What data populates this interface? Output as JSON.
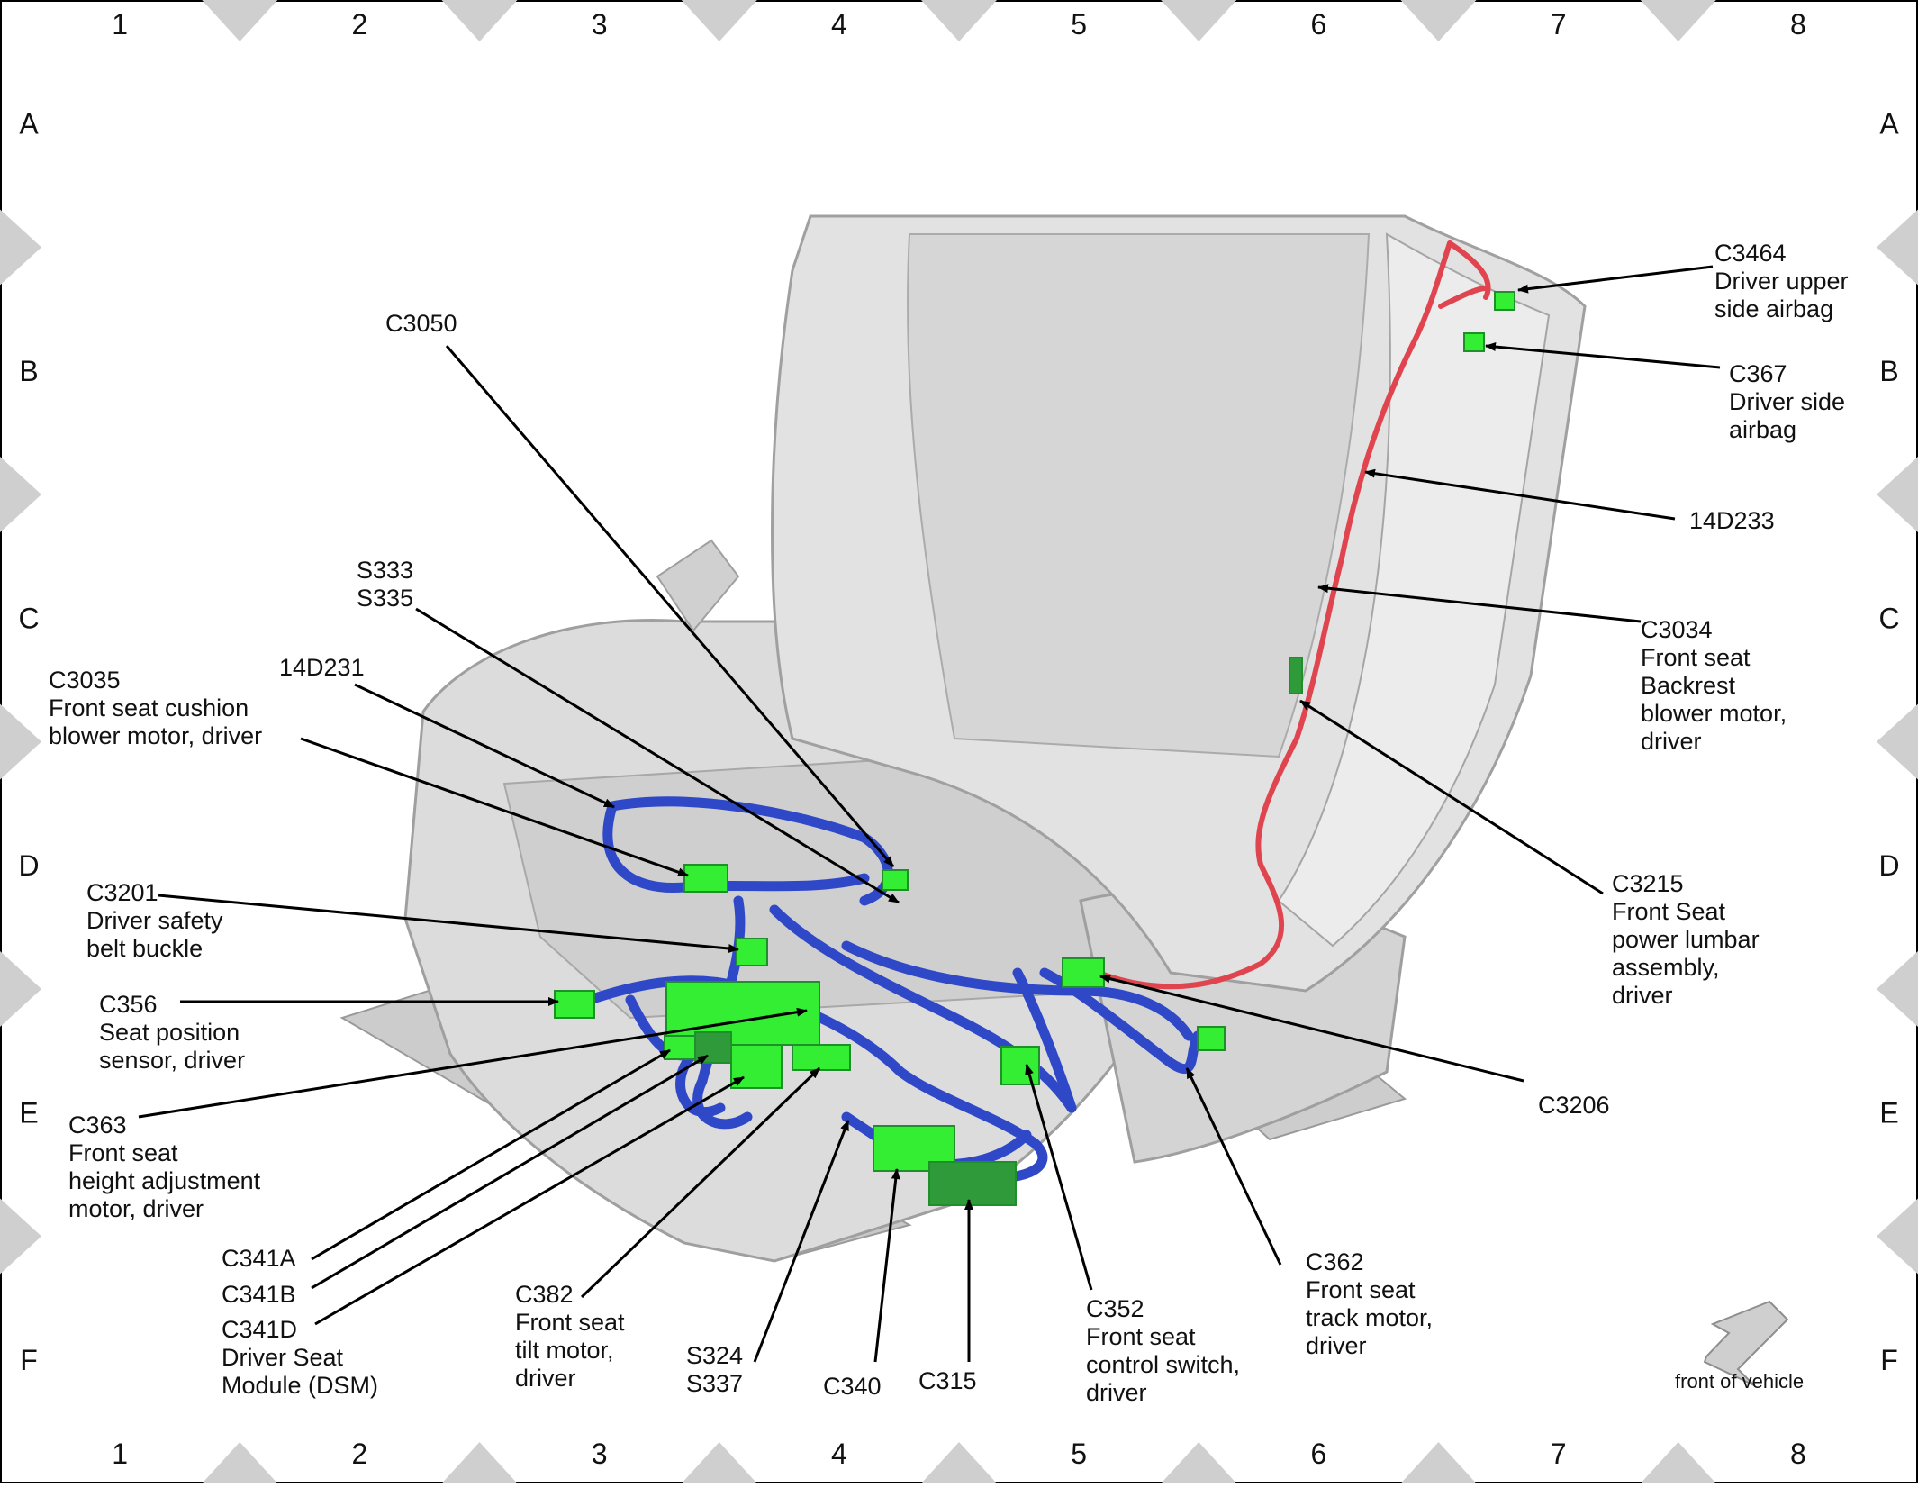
{
  "grid": {
    "columns": [
      "1",
      "2",
      "3",
      "4",
      "5",
      "6",
      "7",
      "8"
    ],
    "rows": [
      "A",
      "B",
      "C",
      "D",
      "E",
      "F"
    ]
  },
  "colors": {
    "harness_blue": "#2f48c8",
    "harness_red": "#e0454f",
    "connector_green": "#33ee33",
    "connector_dark_green": "#2f9a3a",
    "seat_gray": "#d9d9d9",
    "marker_gray": "#cfcfcf"
  },
  "callouts": [
    {
      "id": "c3464",
      "lines": [
        "C3464",
        "Driver upper",
        "side airbag"
      ]
    },
    {
      "id": "c367",
      "lines": [
        "C367",
        "Driver side",
        "airbag"
      ]
    },
    {
      "id": "14d233",
      "lines": [
        "14D233"
      ]
    },
    {
      "id": "c3034",
      "lines": [
        "C3034",
        "Front seat",
        "Backrest",
        "blower motor,",
        "driver"
      ]
    },
    {
      "id": "c3215",
      "lines": [
        "C3215",
        "Front Seat",
        "power lumbar",
        "assembly,",
        "driver"
      ]
    },
    {
      "id": "c3206",
      "lines": [
        "C3206"
      ]
    },
    {
      "id": "c3050",
      "lines": [
        "C3050"
      ]
    },
    {
      "id": "s333",
      "lines": [
        "S333",
        "S335"
      ]
    },
    {
      "id": "14d231",
      "lines": [
        "14D231"
      ]
    },
    {
      "id": "c3035",
      "lines": [
        "C3035",
        "Front seat cushion",
        "blower motor, driver"
      ]
    },
    {
      "id": "c3201",
      "lines": [
        "C3201",
        "Driver safety",
        "belt buckle"
      ]
    },
    {
      "id": "c356",
      "lines": [
        "C356",
        "Seat position",
        "sensor, driver"
      ]
    },
    {
      "id": "c363",
      "lines": [
        "C363",
        "Front seat",
        "height adjustment",
        "motor, driver"
      ]
    },
    {
      "id": "c341a",
      "lines": [
        "C341A"
      ]
    },
    {
      "id": "c341b",
      "lines": [
        "C341B"
      ]
    },
    {
      "id": "c341d",
      "lines": [
        "C341D",
        "Driver Seat",
        "Module (DSM)"
      ]
    },
    {
      "id": "c382",
      "lines": [
        "C382",
        "Front seat",
        "tilt motor,",
        "driver"
      ]
    },
    {
      "id": "s324",
      "lines": [
        "S324",
        "S337"
      ]
    },
    {
      "id": "c340",
      "lines": [
        "C340"
      ]
    },
    {
      "id": "c315",
      "lines": [
        "C315"
      ]
    },
    {
      "id": "c352",
      "lines": [
        "C352",
        "Front seat",
        "control switch,",
        "driver"
      ]
    },
    {
      "id": "c362",
      "lines": [
        "C362",
        "Front seat",
        "track motor,",
        "driver"
      ]
    }
  ],
  "front_label": "front of vehicle"
}
